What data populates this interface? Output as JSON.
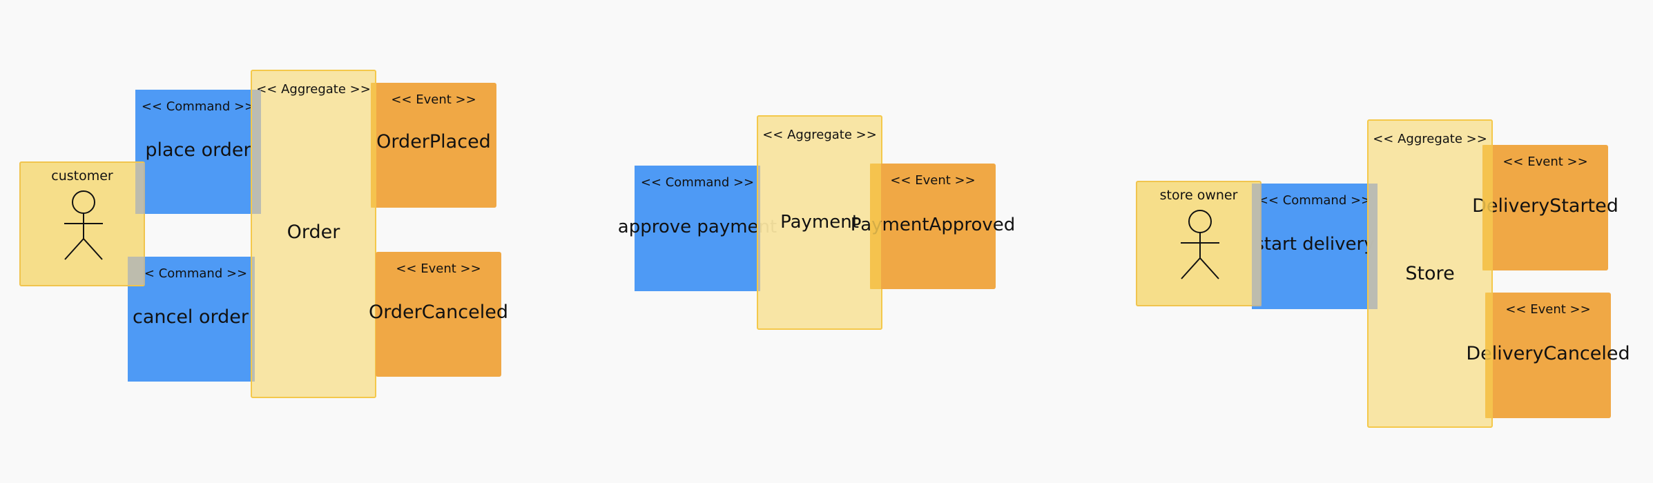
{
  "stereotypes": {
    "command": "<< Command >>",
    "event": "<< Event >>",
    "aggregate": "<< Aggregate >>"
  },
  "order_context": {
    "actor": "customer",
    "commands": [
      "place order",
      "cancel order"
    ],
    "aggregate": "Order",
    "events": [
      "OrderPlaced",
      "OrderCanceled"
    ]
  },
  "payment_context": {
    "command": "approve payment",
    "aggregate": "Payment",
    "event": "PaymentApproved"
  },
  "delivery_context": {
    "actor": "store owner",
    "command": "start delivery",
    "aggregate": "Store",
    "events": [
      "DeliveryStarted",
      "DeliveryCanceled"
    ]
  },
  "colors": {
    "command": "#4e9af5",
    "event": "#f0a845",
    "aggregate": "#f8e4a0",
    "actor": "#f6de8a",
    "background": "#f9f9f9"
  }
}
